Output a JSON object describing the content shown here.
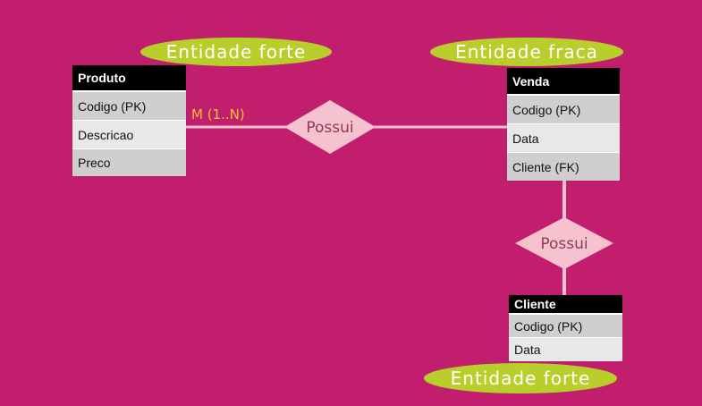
{
  "labels": {
    "produto_tag": "Entidade forte",
    "venda_tag": "Entidade fraca",
    "cliente_tag": "Entidade forte"
  },
  "relationships": {
    "rel1": "Possui",
    "rel2": "Possui"
  },
  "cardinality": {
    "produto_venda": "M (1..N)"
  },
  "entities": {
    "produto": {
      "name": "Produto",
      "attrs": [
        "Codigo (PK)",
        "Descricao",
        "Preco"
      ]
    },
    "venda": {
      "name": "Venda",
      "attrs": [
        "Codigo (PK)",
        "Data",
        "Cliente (FK)"
      ]
    },
    "cliente": {
      "name": "Cliente",
      "attrs": [
        "Codigo (PK)",
        "Data"
      ]
    }
  },
  "colors": {
    "background": "#c11f6e",
    "pill": "#b8cf2b",
    "relationship": "#f7c2cf",
    "cardinality": "#f2c232"
  }
}
